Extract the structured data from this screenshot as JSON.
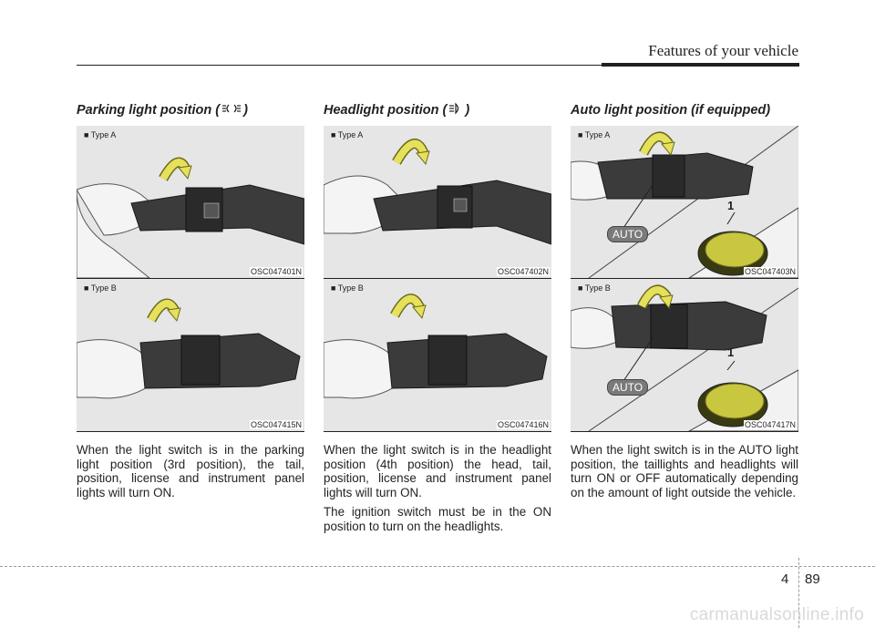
{
  "header": {
    "title": "Features of your vehicle"
  },
  "sections": [
    {
      "title_before": "Parking light position (",
      "title_after": ")",
      "icon": "parking-light-icon",
      "figures": [
        {
          "type_label": "■ Type A",
          "code": "OSC047401N"
        },
        {
          "type_label": "■ Type B",
          "code": "OSC047415N"
        }
      ],
      "paragraphs": [
        "When the light switch is in the parking light position (3rd position), the tail, position, license and instrument panel lights will turn ON."
      ]
    },
    {
      "title_before": "Headlight position (",
      "title_after": ")",
      "icon": "headlight-icon",
      "figures": [
        {
          "type_label": "■ Type A",
          "code": "OSC047402N"
        },
        {
          "type_label": "■ Type B",
          "code": "OSC047416N"
        }
      ],
      "paragraphs": [
        "When the light switch is in the headlight position (4th position) the head, tail, position, license and instrument panel lights will turn ON.",
        "The ignition switch must be in the ON position to turn on the headlights."
      ]
    },
    {
      "title_before": "Auto light position (if equipped)",
      "title_after": "",
      "icon": "",
      "figures": [
        {
          "type_label": "■ Type A",
          "code": "OSC047403N",
          "callout_auto": "AUTO",
          "callout_num": "1"
        },
        {
          "type_label": "■ Type B",
          "code": "OSC047417N",
          "callout_auto": "AUTO",
          "callout_num": "1"
        }
      ],
      "paragraphs": [
        "When the light switch is in the AUTO light position, the taillights and headlights will turn ON or OFF automatically depending on the amount of light outside the vehicle."
      ]
    }
  ],
  "page": {
    "chapter": "4",
    "number": "89"
  },
  "watermark": "carmanualsonline.info",
  "colors": {
    "arrow": "#e6e15a",
    "sensor": "#c9c640",
    "callout": "#7a7a7a"
  }
}
